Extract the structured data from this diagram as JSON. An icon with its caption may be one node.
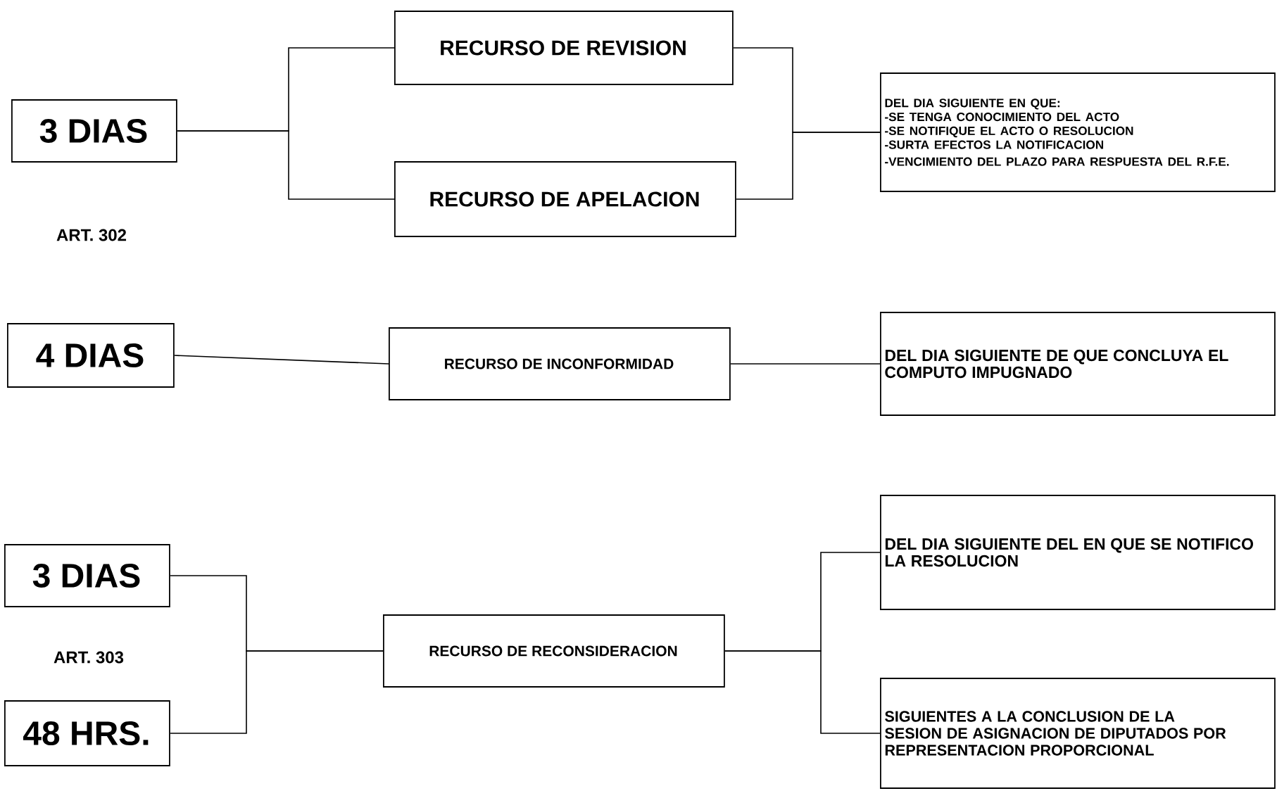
{
  "diagram": {
    "nodes": [
      {
        "text": [
          "3 DIAS"
        ]
      },
      {
        "text": [
          "RECURSO DE REVISION"
        ]
      },
      {
        "text": [
          "RECURSO DE APELACION"
        ]
      },
      {
        "text": [
          "DEL DIA SIGUIENTE EN QUE:",
          "-SE TENGA CONOCIMIENTO DEL ACTO",
          "-SE NOTIFIQUE EL ACTO O RESOLUCION",
          "-SURTA EFECTOS LA NOTIFICACION",
          "-VENCIMIENTO DEL PLAZO PARA RESPUESTA DEL R.F.E."
        ]
      },
      {
        "text": [
          "4 DIAS"
        ]
      },
      {
        "text": [
          "RECURSO DE INCONFORMIDAD"
        ]
      },
      {
        "text": [
          "DEL DIA SIGUIENTE DE QUE CONCLUYA EL COMPUTO IMPUGNADO"
        ]
      },
      {
        "text": [
          "3 DIAS"
        ]
      },
      {
        "text": [
          "48 HRS."
        ]
      },
      {
        "text": [
          "RECURSO DE RECONSIDERACION"
        ]
      },
      {
        "text": [
          "DEL DIA SIGUIENTE DEL EN QUE SE NOTIFICO LA RESOLUCION"
        ]
      },
      {
        "text": [
          "SIGUIENTES A LA CONCLUSION DE LA SESION DE ASIGNACION DE DIPUTADOS POR REPRESENTACION PROPORCIONAL"
        ]
      }
    ],
    "edges": [
      {
        "from": 0,
        "to": 1,
        "arrow": "none"
      },
      {
        "from": 0,
        "to": 2,
        "arrow": "none"
      },
      {
        "from": 1,
        "to": 3,
        "arrow": "none"
      },
      {
        "from": 2,
        "to": 3,
        "arrow": "none"
      },
      {
        "from": 4,
        "to": 5,
        "arrow": "none"
      },
      {
        "from": 5,
        "to": 6,
        "arrow": "none"
      },
      {
        "from": 7,
        "to": 9,
        "arrow": "none"
      },
      {
        "from": 8,
        "to": 9,
        "arrow": "none"
      },
      {
        "from": 9,
        "to": 10,
        "arrow": "none"
      },
      {
        "from": 9,
        "to": 11,
        "arrow": "none"
      }
    ],
    "labels": [
      "ART. 302",
      "ART. 303"
    ]
  }
}
